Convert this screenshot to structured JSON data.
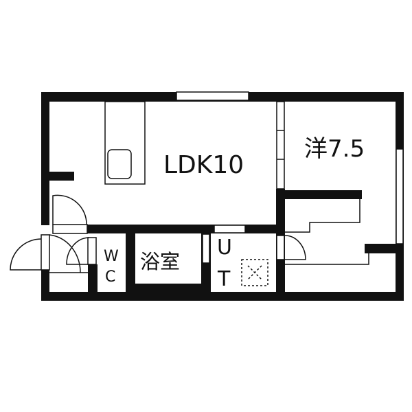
{
  "floorplan": {
    "rooms": {
      "ldk": "LDK10",
      "western_room": "洋7.5",
      "bathroom": "浴室",
      "wc_top": "W",
      "wc_bottom": "C",
      "ut_top": "U",
      "ut_bottom": "T"
    },
    "colors": {
      "wall": "#111111",
      "background": "#ffffff"
    }
  }
}
